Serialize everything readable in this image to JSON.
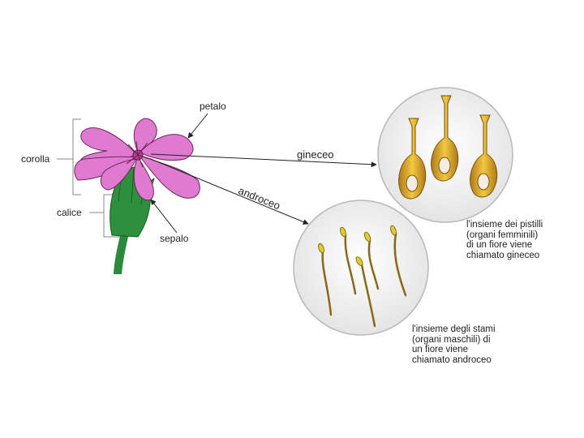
{
  "labels": {
    "petalo": "petalo",
    "corolla": "corolla",
    "calice": "calice",
    "sepalo": "sepalo",
    "gineceo": "gineceo",
    "androceo": "androceo"
  },
  "captions": {
    "gineceo_text": "l'insieme dei pistilli\n(organi femminili)\ndi un fiore viene\nchiamato gineceo",
    "androceo_text": "l'insieme degli stami\n(organi maschili) di\nun fiore viene\nchiamato androceo"
  },
  "colors": {
    "petal": "#e07ad0",
    "petal_stroke": "#6a2a5e",
    "stem": "#2c8a3a",
    "pistil": "#d4a62a",
    "stamen": "#d8c030",
    "circle_fill": "#f2f2f2"
  }
}
